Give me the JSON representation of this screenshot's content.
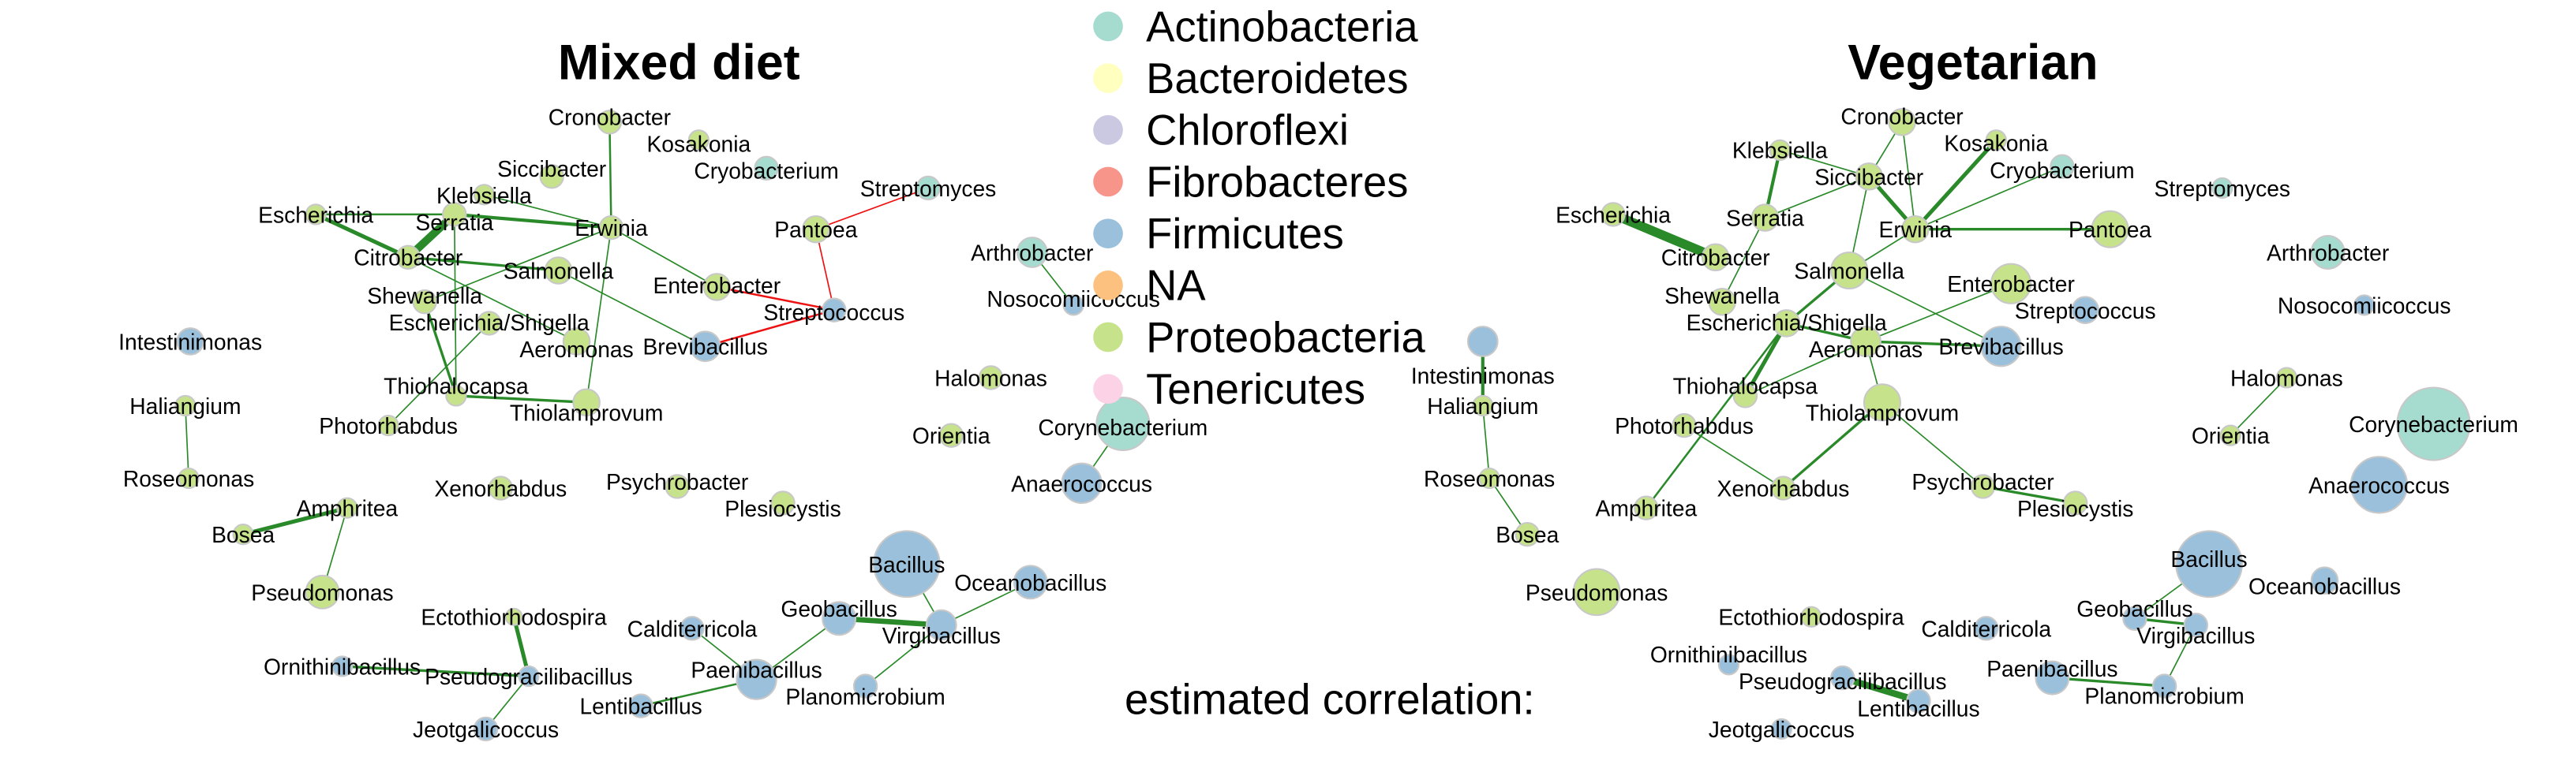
{
  "phylum_colors": {
    "Actinobacteria": "#a6dbcf",
    "Bacteroidetes": "#ffffbf",
    "Chloroflexi": "#cbc8e2",
    "Fibrobacteres": "#f8958a",
    "Firmicutes": "#9ac0db",
    "NA": "#fdc17f",
    "Proteobacteria": "#c6e38b",
    "Tenericutes": "#fbd2e6"
  },
  "edge_colors": {
    "positive": "#2a8a2a",
    "negative": "#ee1111"
  },
  "legend": {
    "items": [
      "Actinobacteria",
      "Bacteroidetes",
      "Chloroflexi",
      "Fibrobacteres",
      "Firmicutes",
      "NA",
      "Proteobacteria",
      "Tenericutes"
    ],
    "correlation_label": "estimated correlation:"
  },
  "taxa": {
    "Cronobacter": "Proteobacteria",
    "Kosakonia": "Proteobacteria",
    "Klebsiella": "Proteobacteria",
    "Siccibacter": "Proteobacteria",
    "Cryobacterium": "Actinobacteria",
    "Streptomyces": "Actinobacteria",
    "Escherichia": "Proteobacteria",
    "Serratia": "Proteobacteria",
    "Erwinia": "Proteobacteria",
    "Pantoea": "Proteobacteria",
    "Citrobacter": "Proteobacteria",
    "Salmonella": "Proteobacteria",
    "Enterobacter": "Proteobacteria",
    "Arthrobacter": "Actinobacteria",
    "Nosocomiicoccus": "Firmicutes",
    "Streptococcus": "Firmicutes",
    "Shewanella": "Proteobacteria",
    "Escherichia/Shigella": "Proteobacteria",
    "Aeromonas": "Proteobacteria",
    "Brevibacillus": "Firmicutes",
    "Intestinimonas": "Firmicutes",
    "Halomonas": "Proteobacteria",
    "Haliangium": "Proteobacteria",
    "Thiohalocapsa": "Proteobacteria",
    "Thiolamprovum": "Proteobacteria",
    "Photorhabdus": "Proteobacteria",
    "Corynebacterium": "Actinobacteria",
    "Orientia": "Proteobacteria",
    "Roseomonas": "Proteobacteria",
    "Anaerococcus": "Firmicutes",
    "Xenorhabdus": "Proteobacteria",
    "Psychrobacter": "Proteobacteria",
    "Plesiocystis": "Proteobacteria",
    "Amphritea": "Proteobacteria",
    "Bosea": "Proteobacteria",
    "Pseudomonas": "Proteobacteria",
    "Bacillus": "Firmicutes",
    "Oceanobacillus": "Firmicutes",
    "Ectothiorhodospira": "Proteobacteria",
    "Calditerricola": "Firmicutes",
    "Geobacillus": "Firmicutes",
    "Virgibacillus": "Firmicutes",
    "Ornithinibacillus": "Firmicutes",
    "Pseudogracilibacillus": "Firmicutes",
    "Paenibacillus": "Firmicutes",
    "Planomicrobium": "Firmicutes",
    "Lentibacillus": "Firmicutes",
    "Jeotgalicoccus": "Firmicutes"
  },
  "panels": [
    {
      "title": "Mixed diet",
      "edges": [
        [
          "Escherichia",
          "Serratia",
          "positive",
          1.5
        ],
        [
          "Escherichia",
          "Citrobacter",
          "positive",
          3
        ],
        [
          "Serratia",
          "Citrobacter",
          "positive",
          6
        ],
        [
          "Serratia",
          "Erwinia",
          "positive",
          2.5
        ],
        [
          "Klebsiella",
          "Erwinia",
          "positive",
          1
        ],
        [
          "Cronobacter",
          "Erwinia",
          "positive",
          1.5
        ],
        [
          "Citrobacter",
          "Salmonella",
          "positive",
          2
        ],
        [
          "Erwinia",
          "Shewanella",
          "positive",
          1
        ],
        [
          "Erwinia",
          "Enterobacter",
          "positive",
          1
        ],
        [
          "Erwinia",
          "Thiolamprovum",
          "positive",
          1
        ],
        [
          "Serratia",
          "Thiohalocapsa",
          "positive",
          1
        ],
        [
          "Citrobacter",
          "Aeromonas",
          "positive",
          1
        ],
        [
          "Salmonella",
          "Brevibacillus",
          "positive",
          1
        ],
        [
          "Shewanella",
          "Thiohalocapsa",
          "positive",
          2
        ],
        [
          "Escherichia/Shigella",
          "Photorhabdus",
          "positive",
          1
        ],
        [
          "Thiohalocapsa",
          "Thiolamprovum",
          "positive",
          2
        ],
        [
          "Pantoea",
          "Streptomyces",
          "negative",
          1
        ],
        [
          "Pantoea",
          "Streptococcus",
          "negative",
          1
        ],
        [
          "Enterobacter",
          "Streptococcus",
          "negative",
          1.5
        ],
        [
          "Streptococcus",
          "Brevibacillus",
          "negative",
          1.5
        ],
        [
          "Arthrobacter",
          "Nosocomiicoccus",
          "positive",
          1
        ],
        [
          "Corynebacterium",
          "Anaerococcus",
          "positive",
          1
        ],
        [
          "Haliangium",
          "Roseomonas",
          "positive",
          1
        ],
        [
          "Bosea",
          "Amphritea",
          "positive",
          3
        ],
        [
          "Amphritea",
          "Pseudomonas",
          "positive",
          1
        ],
        [
          "Ectothiorhodospira",
          "Pseudogracilibacillus",
          "positive",
          3
        ],
        [
          "Ornithinibacillus",
          "Pseudogracilibacillus",
          "positive",
          2
        ],
        [
          "Pseudogracilibacillus",
          "Jeotgalicoccus",
          "positive",
          1
        ],
        [
          "Calditerricola",
          "Paenibacillus",
          "positive",
          1
        ],
        [
          "Geobacillus",
          "Paenibacillus",
          "positive",
          1
        ],
        [
          "Paenibacillus",
          "Lentibacillus",
          "positive",
          1.5
        ],
        [
          "Geobacillus",
          "Virgibacillus",
          "positive",
          4
        ],
        [
          "Bacillus",
          "Virgibacillus",
          "positive",
          1
        ],
        [
          "Oceanobacillus",
          "Virgibacillus",
          "positive",
          1
        ],
        [
          "Virgibacillus",
          "Planomicrobium",
          "positive",
          1
        ]
      ]
    },
    {
      "title": "Vegetarian",
      "edges": [
        [
          "Escherichia",
          "Citrobacter",
          "positive",
          7
        ],
        [
          "Klebsiella",
          "Serratia",
          "positive",
          2.5
        ],
        [
          "Klebsiella",
          "Siccibacter",
          "positive",
          1
        ],
        [
          "Cronobacter",
          "Siccibacter",
          "positive",
          1
        ],
        [
          "Cronobacter",
          "Erwinia",
          "positive",
          1
        ],
        [
          "Kosakonia",
          "Erwinia",
          "positive",
          3
        ],
        [
          "Siccibacter",
          "Erwinia",
          "positive",
          3
        ],
        [
          "Siccibacter",
          "Serratia",
          "positive",
          1
        ],
        [
          "Siccibacter",
          "Salmonella",
          "positive",
          1
        ],
        [
          "Cryobacterium",
          "Erwinia",
          "positive",
          1
        ],
        [
          "Erwinia",
          "Pantoea",
          "positive",
          2
        ],
        [
          "Erwinia",
          "Salmonella",
          "positive",
          1
        ],
        [
          "Serratia",
          "Shewanella",
          "positive",
          1
        ],
        [
          "Salmonella",
          "Escherichia/Shigella",
          "positive",
          2
        ],
        [
          "Salmonella",
          "Brevibacillus",
          "positive",
          1
        ],
        [
          "Escherichia/Shigella",
          "Aeromonas",
          "positive",
          2
        ],
        [
          "Aeromonas",
          "Brevibacillus",
          "positive",
          2
        ],
        [
          "Enterobacter",
          "Aeromonas",
          "positive",
          1
        ],
        [
          "Escherichia/Shigella",
          "Thiohalocapsa",
          "positive",
          3
        ],
        [
          "Escherichia/Shigella",
          "Amphritea",
          "positive",
          1.5
        ],
        [
          "Aeromonas",
          "Thiohalocapsa",
          "positive",
          1
        ],
        [
          "Aeromonas",
          "Thiolamprovum",
          "positive",
          1
        ],
        [
          "Photorhabdus",
          "Xenorhabdus",
          "positive",
          1
        ],
        [
          "Thiolamprovum",
          "Xenorhabdus",
          "positive",
          2
        ],
        [
          "Thiolamprovum",
          "Psychrobacter",
          "positive",
          1
        ],
        [
          "Psychrobacter",
          "Plesiocystis",
          "positive",
          2
        ],
        [
          "Halomonas",
          "Orientia",
          "positive",
          1
        ],
        [
          "Intestinimonas",
          "Haliangium",
          "positive",
          2.5
        ],
        [
          "Haliangium",
          "Roseomonas",
          "positive",
          1
        ],
        [
          "Roseomonas",
          "Bosea",
          "positive",
          1
        ],
        [
          "Bacillus",
          "Geobacillus",
          "positive",
          1
        ],
        [
          "Geobacillus",
          "Virgibacillus",
          "positive",
          2
        ],
        [
          "Virgibacillus",
          "Planomicrobium",
          "positive",
          1
        ],
        [
          "Paenibacillus",
          "Planomicrobium",
          "positive",
          2
        ],
        [
          "Pseudogracilibacillus",
          "Lentibacillus",
          "positive",
          5
        ]
      ]
    }
  ]
}
